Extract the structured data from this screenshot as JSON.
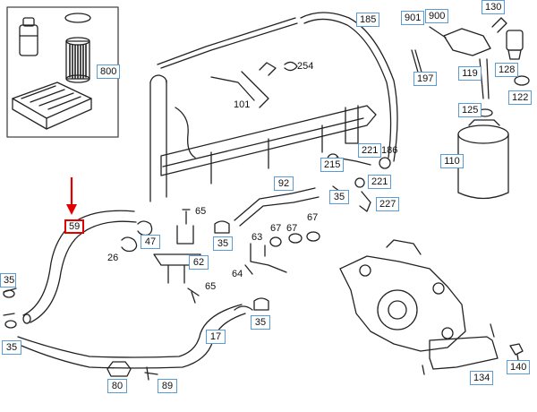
{
  "diagram": {
    "highlight_color": "#e00000",
    "callout_border_color": "#5b9bd5",
    "callouts": [
      {
        "id": "185",
        "label": "185"
      },
      {
        "id": "901",
        "label": "901"
      },
      {
        "id": "900",
        "label": "900"
      },
      {
        "id": "130",
        "label": "130"
      },
      {
        "id": "800",
        "label": "800"
      },
      {
        "id": "128",
        "label": "128"
      },
      {
        "id": "197",
        "label": "197"
      },
      {
        "id": "119",
        "label": "119"
      },
      {
        "id": "122",
        "label": "122"
      },
      {
        "id": "125",
        "label": "125"
      },
      {
        "id": "110",
        "label": "110"
      },
      {
        "id": "221a",
        "label": "221"
      },
      {
        "id": "215",
        "label": "215"
      },
      {
        "id": "221b",
        "label": "221"
      },
      {
        "id": "92",
        "label": "92"
      },
      {
        "id": "35a",
        "label": "35"
      },
      {
        "id": "227",
        "label": "227"
      },
      {
        "id": "59",
        "label": "59"
      },
      {
        "id": "47",
        "label": "47"
      },
      {
        "id": "35b",
        "label": "35"
      },
      {
        "id": "62",
        "label": "62"
      },
      {
        "id": "35c",
        "label": "35"
      },
      {
        "id": "35d",
        "label": "35"
      },
      {
        "id": "35e",
        "label": "35"
      },
      {
        "id": "17",
        "label": "17"
      },
      {
        "id": "80",
        "label": "80"
      },
      {
        "id": "89",
        "label": "89"
      },
      {
        "id": "134",
        "label": "134"
      },
      {
        "id": "140",
        "label": "140"
      }
    ],
    "plain_labels": [
      {
        "id": "254",
        "label": "254"
      },
      {
        "id": "101",
        "label": "101"
      },
      {
        "id": "186",
        "label": "186"
      },
      {
        "id": "65a",
        "label": "65"
      },
      {
        "id": "26",
        "label": "26"
      },
      {
        "id": "63",
        "label": "63"
      },
      {
        "id": "67a",
        "label": "67"
      },
      {
        "id": "67b",
        "label": "67"
      },
      {
        "id": "67c",
        "label": "67"
      },
      {
        "id": "64",
        "label": "64"
      },
      {
        "id": "65b",
        "label": "65"
      }
    ],
    "icons": [
      "red-arrow-icon",
      "fuel-filter-icon",
      "oil-filter-icon",
      "air-filter-icon"
    ]
  }
}
